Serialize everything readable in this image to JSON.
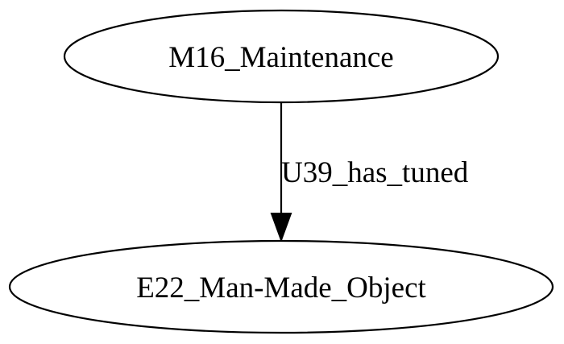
{
  "diagram": {
    "nodes": {
      "source": {
        "label": "M16_Maintenance"
      },
      "target": {
        "label": "E22_Man-Made_Object"
      }
    },
    "edges": [
      {
        "label": "U39_has_tuned",
        "from": "source",
        "to": "target"
      }
    ]
  }
}
